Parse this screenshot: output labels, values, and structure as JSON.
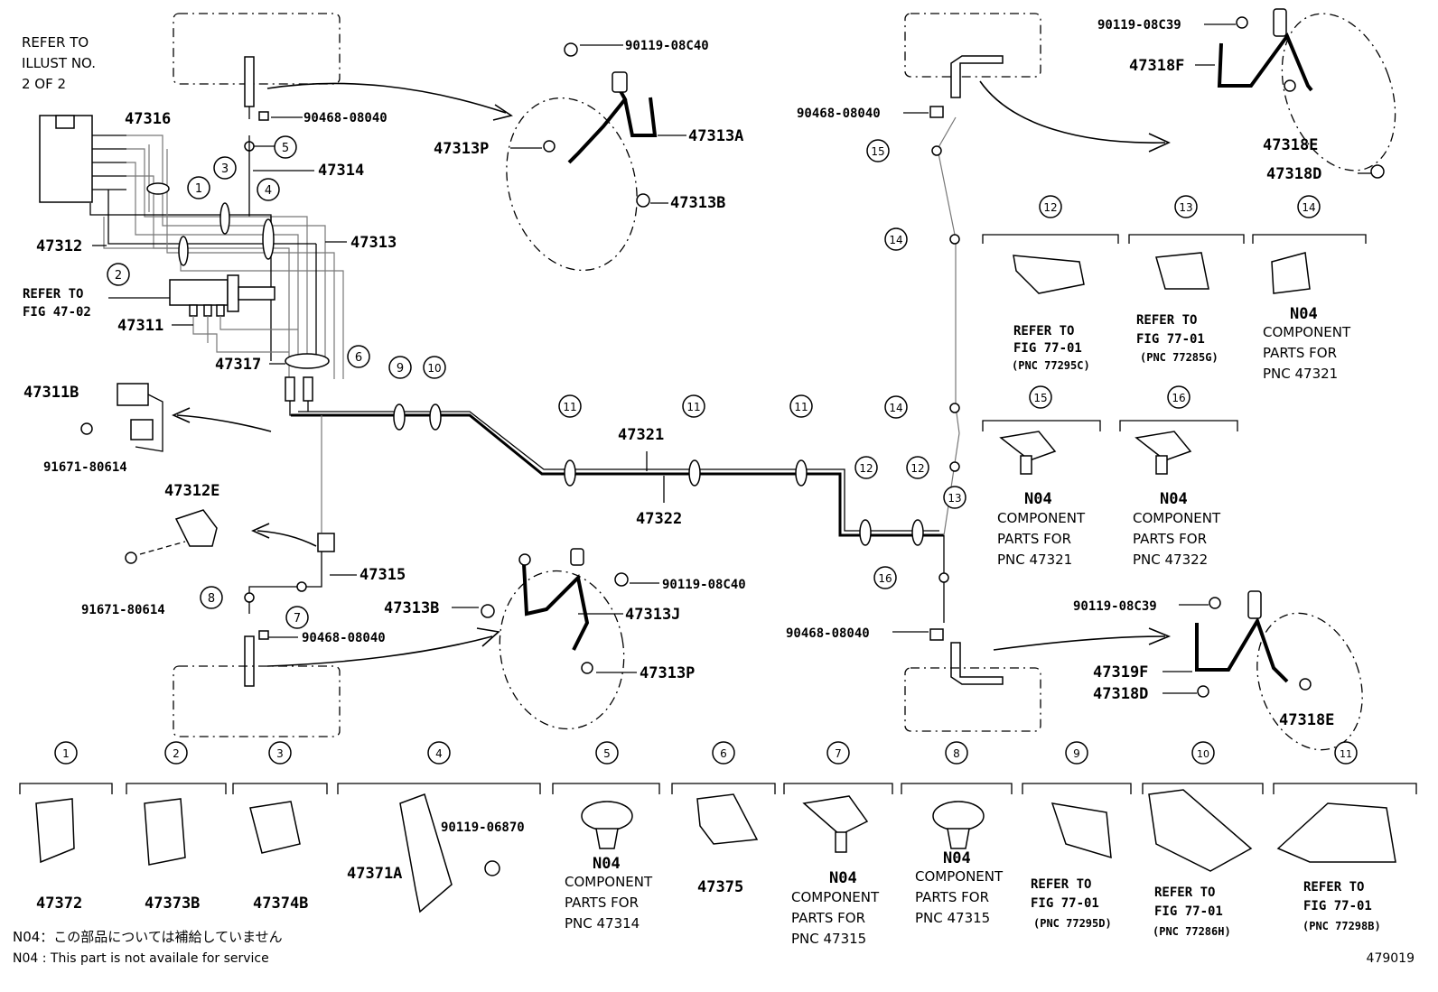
{
  "refs": {
    "refer_illust": [
      "REFER TO",
      "ILLUST NO.",
      "2 OF 2"
    ],
    "refer_fig_47_02": [
      "REFER TO",
      "FIG 47-02"
    ]
  },
  "part_numbers": {
    "p47316": "47316",
    "p47314": "47314",
    "p47312": "47312",
    "p47313": "47313",
    "p47311": "47311",
    "p47317": "47317",
    "p47311B": "47311B",
    "p91671_a": "91671-80614",
    "p47312E": "47312E",
    "p91671_b": "91671-80614",
    "p47315": "47315",
    "p90468_tl": "90468-08040",
    "p90468_bl": "90468-08040",
    "p90119_08C40_top": "90119-08C40",
    "p47313A": "47313A",
    "p47313P_top": "47313P",
    "p47313B_top": "47313B",
    "p90119_08C40_bot": "90119-08C40",
    "p47313B_bot": "47313B",
    "p47313J": "47313J",
    "p47313P_bot": "47313P",
    "p47321": "47321",
    "p47322": "47322",
    "p90468_tr": "90468-08040",
    "p90468_br": "90468-08040",
    "p90119_08C39_top": "90119-08C39",
    "p47318F": "47318F",
    "p47318E_top": "47318E",
    "p47318D_top": "47318D",
    "p90119_08C39_bot": "90119-08C39",
    "p47319F": "47319F",
    "p47318D_bot": "47318D",
    "p47318E_bot": "47318E"
  },
  "callouts": [
    "1",
    "2",
    "3",
    "4",
    "5",
    "6",
    "7",
    "8",
    "9",
    "10",
    "11",
    "12",
    "13",
    "14",
    "15",
    "16"
  ],
  "upper_right_groups": [
    {
      "num": "12",
      "lines": [
        "REFER TO",
        "FIG 77-01",
        "(PNC 77295C)"
      ]
    },
    {
      "num": "13",
      "lines": [
        "REFER TO",
        "FIG 77-01",
        "(PNC 77285G)"
      ]
    },
    {
      "num": "14",
      "code": "N04",
      "lines": [
        "COMPONENT",
        "PARTS FOR",
        "PNC 47321"
      ]
    },
    {
      "num": "15",
      "code": "N04",
      "lines": [
        "COMPONENT",
        "PARTS FOR",
        "PNC 47321"
      ]
    },
    {
      "num": "16",
      "code": "N04",
      "lines": [
        "COMPONENT",
        "PARTS FOR",
        "PNC 47322"
      ]
    }
  ],
  "bottom_groups": [
    {
      "num": "1",
      "part": "47372"
    },
    {
      "num": "2",
      "part": "47373B"
    },
    {
      "num": "3",
      "part": "47374B"
    },
    {
      "num": "4",
      "part": "47371A",
      "extra": "90119-06870"
    },
    {
      "num": "5",
      "code": "N04",
      "lines": [
        "COMPONENT",
        "PARTS FOR",
        "PNC 47314"
      ]
    },
    {
      "num": "6",
      "part": "47375"
    },
    {
      "num": "7",
      "code": "N04",
      "lines": [
        "COMPONENT",
        "PARTS FOR",
        "PNC 47315"
      ]
    },
    {
      "num": "8",
      "code": "N04",
      "lines": [
        "COMPONENT",
        "PARTS FOR",
        "PNC 47315"
      ]
    },
    {
      "num": "9",
      "lines": [
        "REFER TO",
        "FIG 77-01",
        "(PNC 77295D)"
      ]
    },
    {
      "num": "10",
      "lines": [
        "REFER TO",
        "FIG 77-01",
        "(PNC 77286H)"
      ]
    },
    {
      "num": "11",
      "lines": [
        "REFER TO",
        "FIG 77-01",
        "(PNC 77298B)"
      ]
    }
  ],
  "footer": {
    "note_jp": "N04：この部品については補給していません",
    "note_en": "N04 : This part is not availale for service",
    "illustration_id": "479019"
  }
}
